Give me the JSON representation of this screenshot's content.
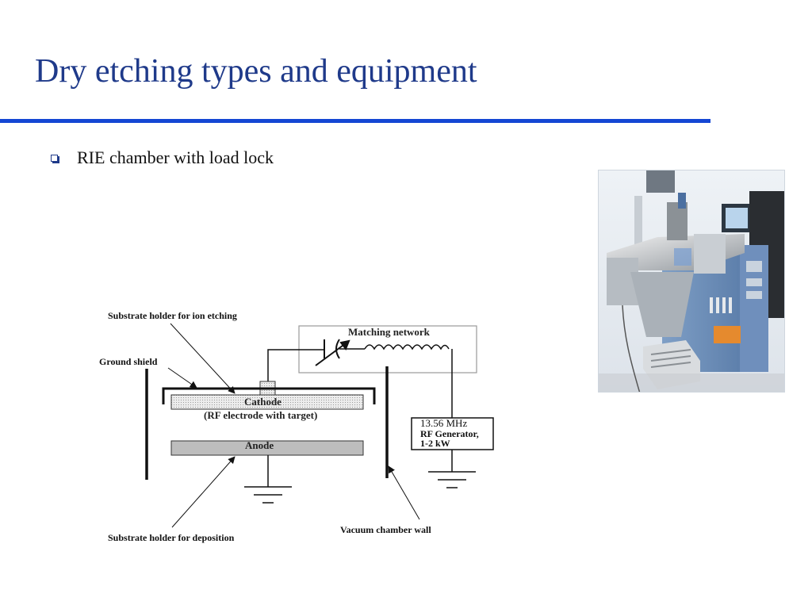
{
  "slide": {
    "title": "Dry etching types and equipment",
    "bullet": "RIE chamber with load lock"
  },
  "diagram": {
    "substrate_etching": "Substrate holder for ion etching",
    "ground_shield": "Ground shield",
    "matching_network": "Matching network",
    "cathode": "Cathode",
    "rf_electrode": "(RF electrode with target)",
    "anode": "Anode",
    "generator_freq": "13.56 MHz",
    "generator_name": "RF Generator,",
    "generator_power": "1-2 kW",
    "vacuum_wall": "Vacuum chamber wall",
    "substrate_deposition": "Substrate holder for deposition"
  },
  "colors": {
    "title": "#1f3a8a",
    "rule": "#1446d4"
  },
  "icons": {
    "bullet": "hollow-square-bullet-icon"
  }
}
